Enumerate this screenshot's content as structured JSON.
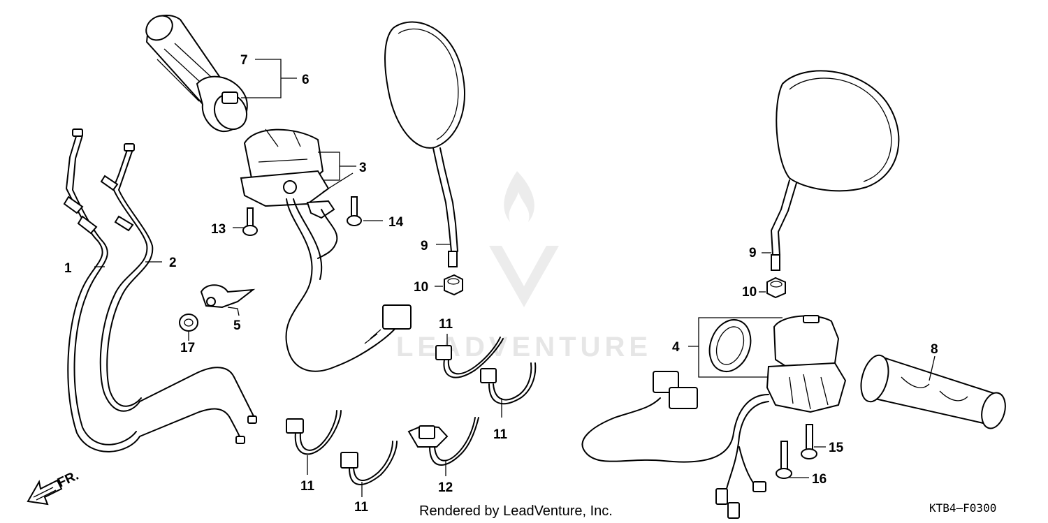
{
  "watermark": "LEADVENTURE",
  "callouts": {
    "c1": "1",
    "c2": "2",
    "c3": "3",
    "c4": "4",
    "c5": "5",
    "c6": "6",
    "c7": "7",
    "c8": "8",
    "c9a": "9",
    "c9b": "9",
    "c10a": "10",
    "c10b": "10",
    "c11a": "11",
    "c11b": "11",
    "c11c": "11",
    "c11d": "11",
    "c12": "12",
    "c13": "13",
    "c14": "14",
    "c15": "15",
    "c16": "16",
    "c17": "17"
  },
  "front_arrow": "FR.",
  "footer": {
    "credit": "Rendered by LeadVenture, Inc.",
    "code": "KTB4—F0300"
  },
  "colors": {
    "line": "#000000",
    "watermark": "#e6e6e6"
  }
}
